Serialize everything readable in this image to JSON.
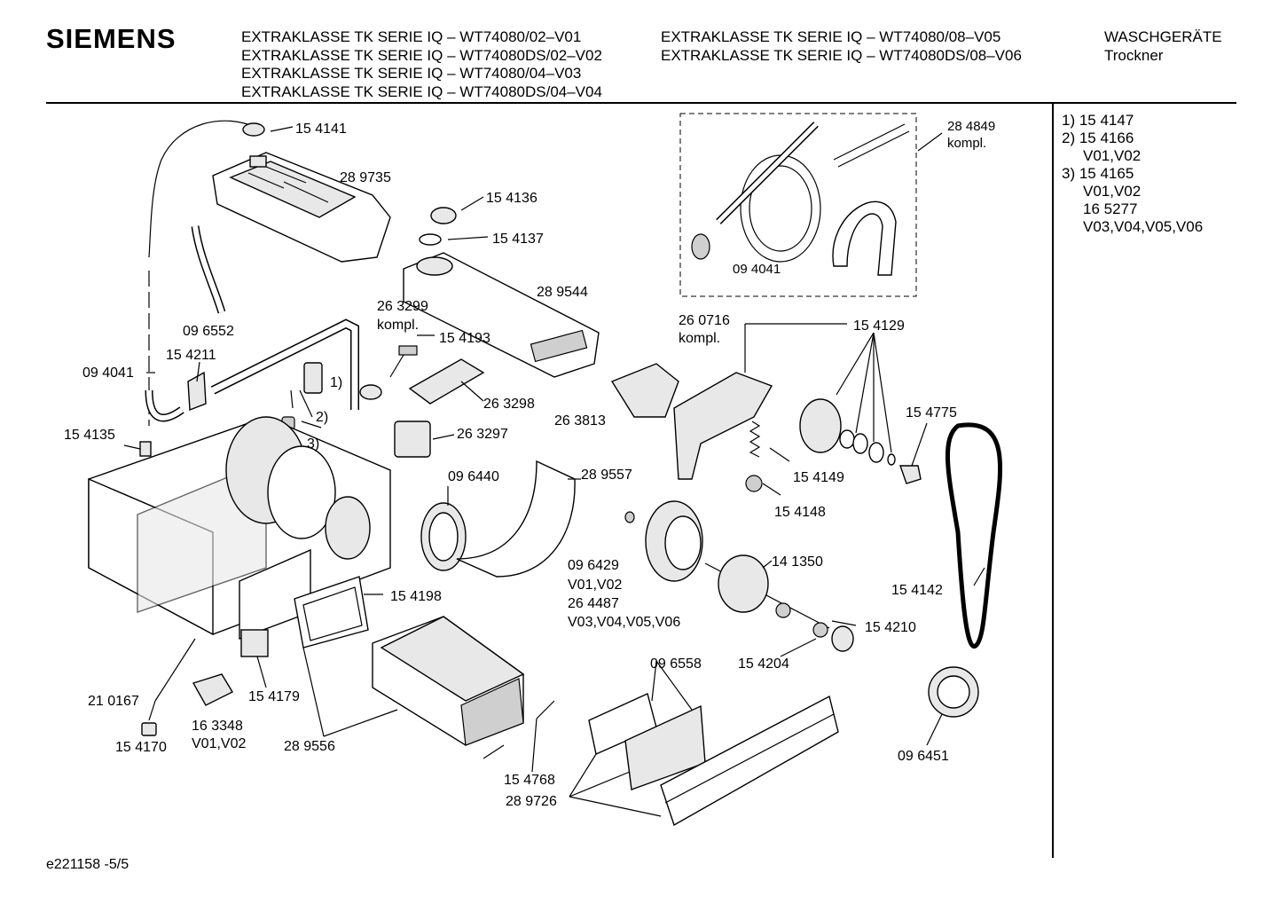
{
  "brand": "SIEMENS",
  "header": {
    "models_left": [
      "EXTRAKLASSE TK SERIE IQ – WT74080/02–V01",
      "EXTRAKLASSE TK SERIE IQ – WT74080DS/02–V02",
      "EXTRAKLASSE TK SERIE IQ – WT74080/04–V03",
      "EXTRAKLASSE TK SERIE IQ – WT74080DS/04–V04"
    ],
    "models_right": [
      "EXTRAKLASSE TK SERIE IQ – WT74080/08–V05",
      "EXTRAKLASSE TK SERIE IQ – WT74080DS/08–V06"
    ],
    "category": "WASCHGERÄTE",
    "subcategory": "Trockner"
  },
  "notes": [
    "1) 15 4147",
    "2) 15 4166",
    "V01,V02",
    "3) 15 4165",
    "V01,V02",
    "16 5277",
    "V03,V04,V05,V06"
  ],
  "footer": "e221158 -5/5",
  "parts": {
    "p154141": "15 4141",
    "p289735": "28 9735",
    "p154136": "15 4136",
    "p154137": "15 4137",
    "p289544": "28 9544",
    "p263299": "26 3299",
    "p263299_note": "kompl.",
    "p096552": "09 6552",
    "p154193": "15 4193",
    "p154211": "15 4211",
    "p094041_left": "09 4041",
    "m1": "1)",
    "m2": "2)",
    "m3": "3)",
    "p154135": "15 4135",
    "p263298": "26 3298",
    "p263297": "26 3297",
    "p263813": "26 3813",
    "p284849": "28 4849",
    "p284849_note": "kompl.",
    "p094041_box": "09 4041",
    "p260716": "26 0716",
    "p260716_note": "kompl.",
    "p154129": "15 4129",
    "p154775": "15 4775",
    "p154149": "15 4149",
    "p154148": "15 4148",
    "p096440": "09 6440",
    "p289557": "28 9557",
    "p096429": "09 6429",
    "p096429_v1": "V01,V02",
    "p264487": "26 4487",
    "p264487_v": "V03,V04,V05,V06",
    "p141350": "14 1350",
    "p154142": "15 4142",
    "p154210": "15 4210",
    "p154204": "15 4204",
    "p154198": "15 4198",
    "p096558": "09 6558",
    "p210167": "21 0167",
    "p154179": "15 4179",
    "p163348": "16 3348",
    "p163348_v": "V01,V02",
    "p154170": "15 4170",
    "p289556": "28 9556",
    "p154768": "15 4768",
    "p289726": "28 9726",
    "p096451": "09 6451"
  }
}
